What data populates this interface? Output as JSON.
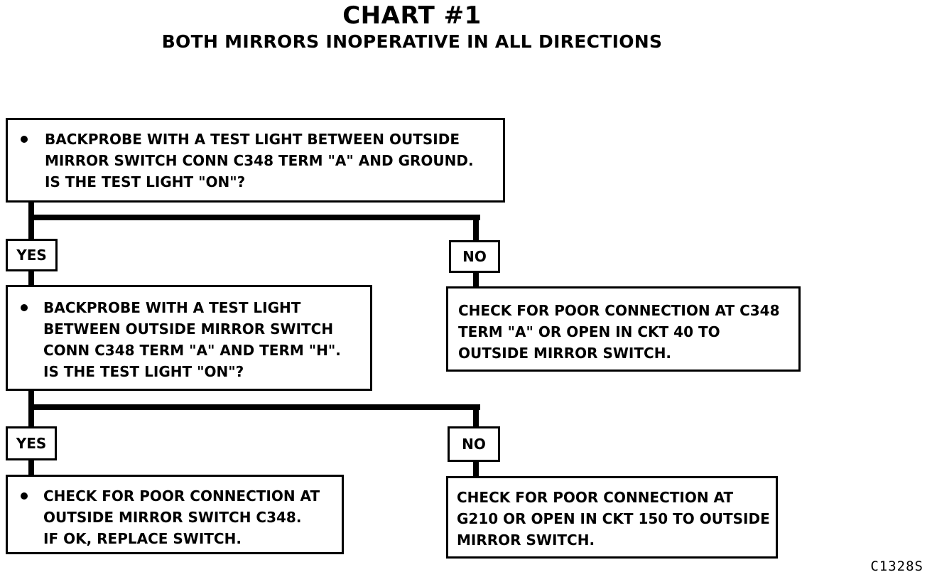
{
  "header": {
    "title": "CHART #1",
    "subtitle": "BOTH MIRRORS INOPERATIVE IN ALL DIRECTIONS"
  },
  "steps": [
    {
      "lines": [
        "BACKPROBE WITH A TEST LIGHT BETWEEN OUTSIDE",
        "MIRROR SWITCH CONN C348 TERM \"A\" AND GROUND.",
        "IS THE TEST LIGHT \"ON\"?"
      ]
    },
    {
      "lines": [
        "BACKPROBE WITH A TEST LIGHT",
        "BETWEEN OUTSIDE MIRROR SWITCH",
        "CONN C348 TERM \"A\" AND TERM \"H\".",
        "IS THE TEST LIGHT \"ON\"?"
      ]
    },
    {
      "lines": [
        "CHECK FOR POOR CONNECTION AT",
        "OUTSIDE MIRROR SWITCH C348.",
        "IF OK, REPLACE SWITCH."
      ]
    }
  ],
  "outcomes": [
    {
      "lines": [
        "CHECK FOR POOR CONNECTION AT C348",
        "TERM \"A\" OR OPEN IN CKT 40 TO",
        "OUTSIDE MIRROR SWITCH."
      ]
    },
    {
      "lines": [
        "CHECK FOR POOR CONNECTION AT",
        "G210 OR OPEN IN CKT 150 TO OUTSIDE",
        "MIRROR SWITCH."
      ]
    }
  ],
  "branch_labels": {
    "yes": "YES",
    "no": "NO"
  },
  "figure_id": "C1328S"
}
